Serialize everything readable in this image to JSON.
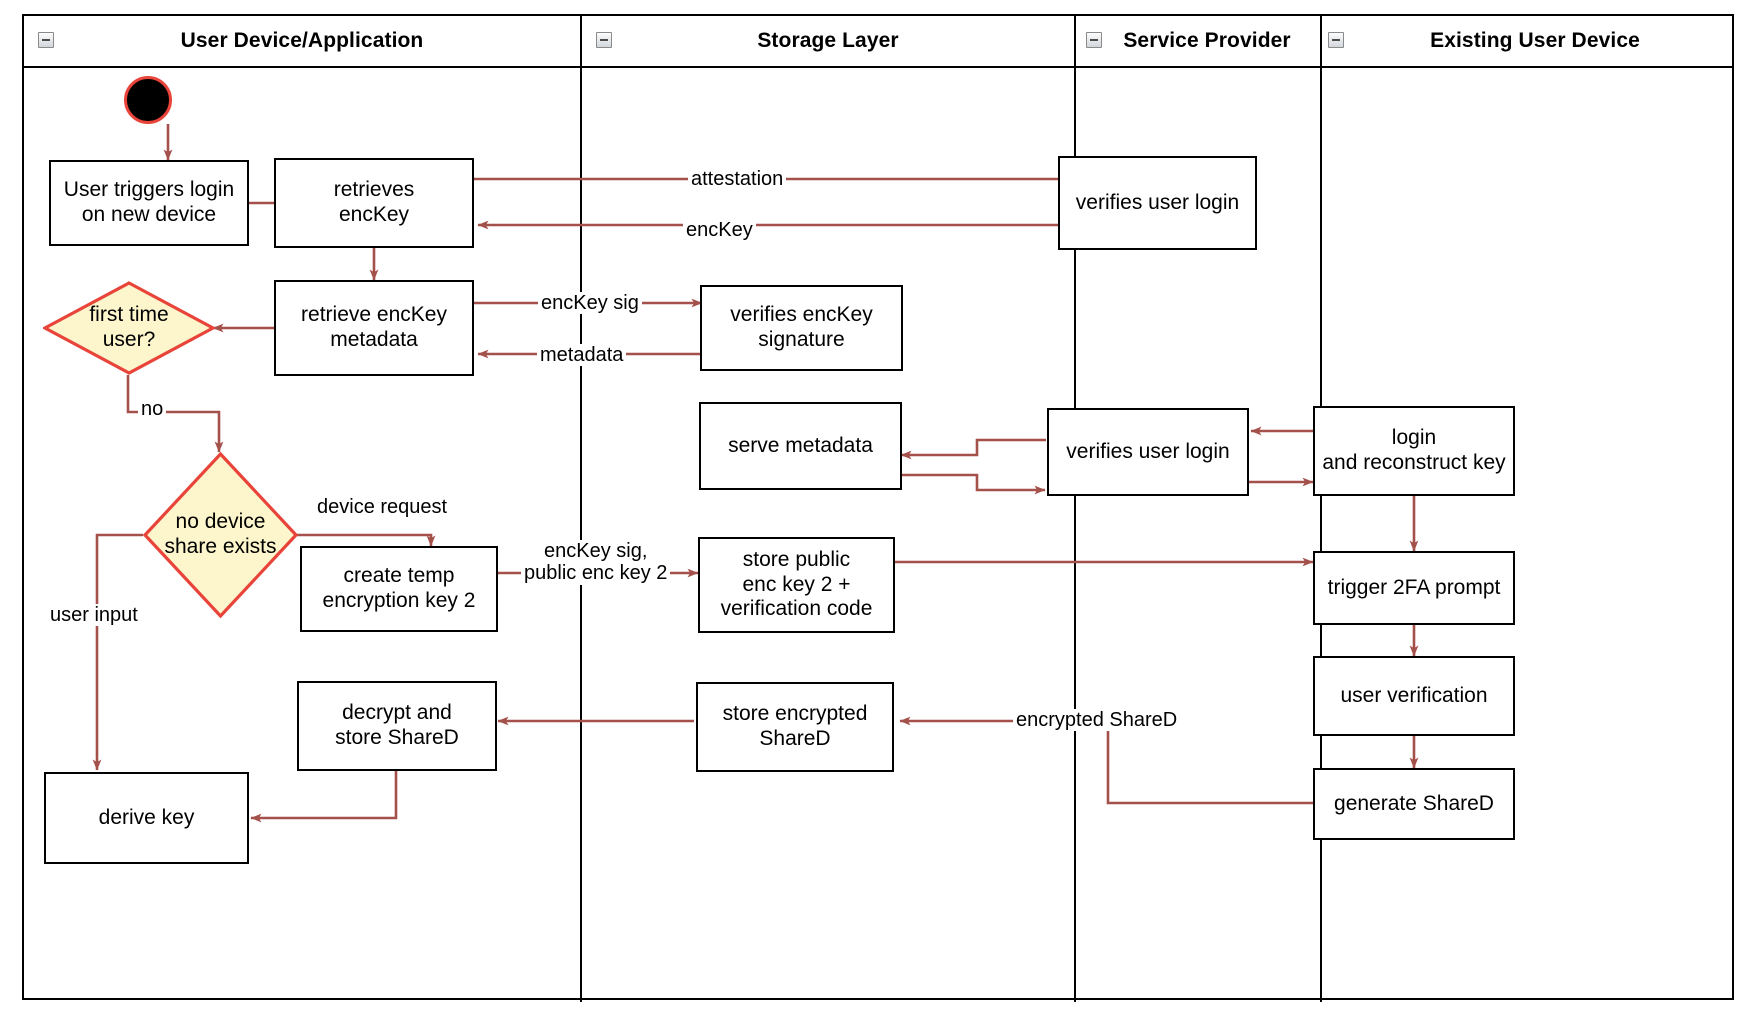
{
  "diagram": {
    "title": "Key recovery on new device — swimlane activity diagram",
    "colors": {
      "lane_border": "#000000",
      "node_border": "#000000",
      "node_fill": "#ffffff",
      "decision_fill": "#fdf6cc",
      "decision_border": "#e8443a",
      "connector": "#a4514b",
      "start_node_fill": "#000000",
      "start_node_ring": "#e8443a",
      "text": "#000000"
    },
    "lanes": [
      {
        "id": "user-device",
        "label": "User Device/Application",
        "collapse_icon": "minus-box-icon"
      },
      {
        "id": "storage-layer",
        "label": "Storage Layer",
        "collapse_icon": "minus-box-icon"
      },
      {
        "id": "service-provider",
        "label": "Service Provider",
        "collapse_icon": "minus-box-icon"
      },
      {
        "id": "existing-user-device",
        "label": "Existing User Device",
        "collapse_icon": "minus-box-icon"
      }
    ],
    "start_node": {
      "name": "start-node",
      "shape": "filled-circle"
    },
    "nodes": [
      {
        "id": "user-triggers-login",
        "lane": "user-device",
        "type": "action",
        "label": "User triggers login\non new device"
      },
      {
        "id": "retrieves-enckey",
        "lane": "user-device",
        "type": "action",
        "label": "retrieves\nencKey"
      },
      {
        "id": "retrieve-metadata",
        "lane": "user-device",
        "type": "action",
        "label": "retrieve encKey\nmetadata"
      },
      {
        "id": "first-time-user",
        "lane": "user-device",
        "type": "decision",
        "label": "first time\nuser?"
      },
      {
        "id": "no-device-share",
        "lane": "user-device",
        "type": "decision",
        "label": "no device\nshare exists"
      },
      {
        "id": "create-temp-key",
        "lane": "user-device",
        "type": "action",
        "label": "create temp\nencryption key 2"
      },
      {
        "id": "decrypt-store-shared",
        "lane": "user-device",
        "type": "action",
        "label": "decrypt and\nstore ShareD"
      },
      {
        "id": "derive-key",
        "lane": "user-device",
        "type": "action",
        "label": "derive key"
      },
      {
        "id": "verifies-enckey-sig",
        "lane": "storage-layer",
        "type": "action",
        "label": "verifies encKey\nsignature"
      },
      {
        "id": "serve-metadata",
        "lane": "storage-layer",
        "type": "action",
        "label": "serve metadata"
      },
      {
        "id": "store-public-key",
        "lane": "storage-layer",
        "type": "action",
        "label": "store public\nenc key 2 +\nverification code"
      },
      {
        "id": "store-encrypted",
        "lane": "storage-layer",
        "type": "action",
        "label": "store encrypted\nShareD"
      },
      {
        "id": "verifies-login-1",
        "lane": "service-provider",
        "type": "action",
        "label": "verifies user login"
      },
      {
        "id": "verifies-login-2",
        "lane": "service-provider",
        "type": "action",
        "label": "verifies user login"
      },
      {
        "id": "login-reconstruct",
        "lane": "existing-user-device",
        "type": "action",
        "label": "login\nand reconstruct key"
      },
      {
        "id": "trigger-2fa",
        "lane": "existing-user-device",
        "type": "action",
        "label": "trigger 2FA prompt"
      },
      {
        "id": "user-verification",
        "lane": "existing-user-device",
        "type": "action",
        "label": "user verification"
      },
      {
        "id": "generate-shared",
        "lane": "existing-user-device",
        "type": "action",
        "label": "generate ShareD"
      }
    ],
    "edge_labels": [
      {
        "id": "attestation",
        "text": "attestation"
      },
      {
        "id": "enckey",
        "text": "encKey"
      },
      {
        "id": "enckey-sig",
        "text": "encKey sig"
      },
      {
        "id": "metadata",
        "text": "metadata"
      },
      {
        "id": "no",
        "text": "no"
      },
      {
        "id": "device-request",
        "text": "device request"
      },
      {
        "id": "user-input",
        "text": "user input"
      },
      {
        "id": "enckey-sig-pubkey",
        "text": "encKey sig,\npublic enc key 2"
      },
      {
        "id": "encrypted-shared",
        "text": "encrypted ShareD"
      }
    ],
    "edges": [
      {
        "from": "start-node",
        "to": "user-triggers-login",
        "label": ""
      },
      {
        "from": "user-triggers-login",
        "to": "retrieves-enckey",
        "label": ""
      },
      {
        "from": "retrieves-enckey",
        "to": "verifies-login-1",
        "label": "attestation"
      },
      {
        "from": "verifies-login-1",
        "to": "retrieves-enckey",
        "label": "encKey"
      },
      {
        "from": "retrieves-enckey",
        "to": "retrieve-metadata",
        "label": ""
      },
      {
        "from": "retrieve-metadata",
        "to": "first-time-user",
        "label": ""
      },
      {
        "from": "retrieve-metadata",
        "to": "verifies-enckey-sig",
        "label": "encKey sig"
      },
      {
        "from": "verifies-enckey-sig",
        "to": "retrieve-metadata",
        "label": "metadata"
      },
      {
        "from": "first-time-user",
        "to": "no-device-share",
        "label": "no"
      },
      {
        "from": "no-device-share",
        "to": "create-temp-key",
        "label": "device request"
      },
      {
        "from": "no-device-share",
        "to": "derive-key",
        "label": "user input"
      },
      {
        "from": "create-temp-key",
        "to": "store-public-key",
        "label": "encKey sig,\npublic enc key 2"
      },
      {
        "from": "login-reconstruct",
        "to": "verifies-login-2",
        "label": ""
      },
      {
        "from": "verifies-login-2",
        "to": "serve-metadata",
        "label": ""
      },
      {
        "from": "serve-metadata",
        "to": "verifies-login-2",
        "label": ""
      },
      {
        "from": "verifies-login-2",
        "to": "login-reconstruct",
        "label": ""
      },
      {
        "from": "login-reconstruct",
        "to": "trigger-2fa",
        "label": ""
      },
      {
        "from": "store-public-key",
        "to": "trigger-2fa",
        "label": ""
      },
      {
        "from": "trigger-2fa",
        "to": "user-verification",
        "label": ""
      },
      {
        "from": "user-verification",
        "to": "generate-shared",
        "label": ""
      },
      {
        "from": "generate-shared",
        "to": "store-encrypted",
        "label": "encrypted ShareD"
      },
      {
        "from": "store-encrypted",
        "to": "decrypt-store-shared",
        "label": ""
      },
      {
        "from": "decrypt-store-shared",
        "to": "derive-key",
        "label": ""
      }
    ]
  }
}
